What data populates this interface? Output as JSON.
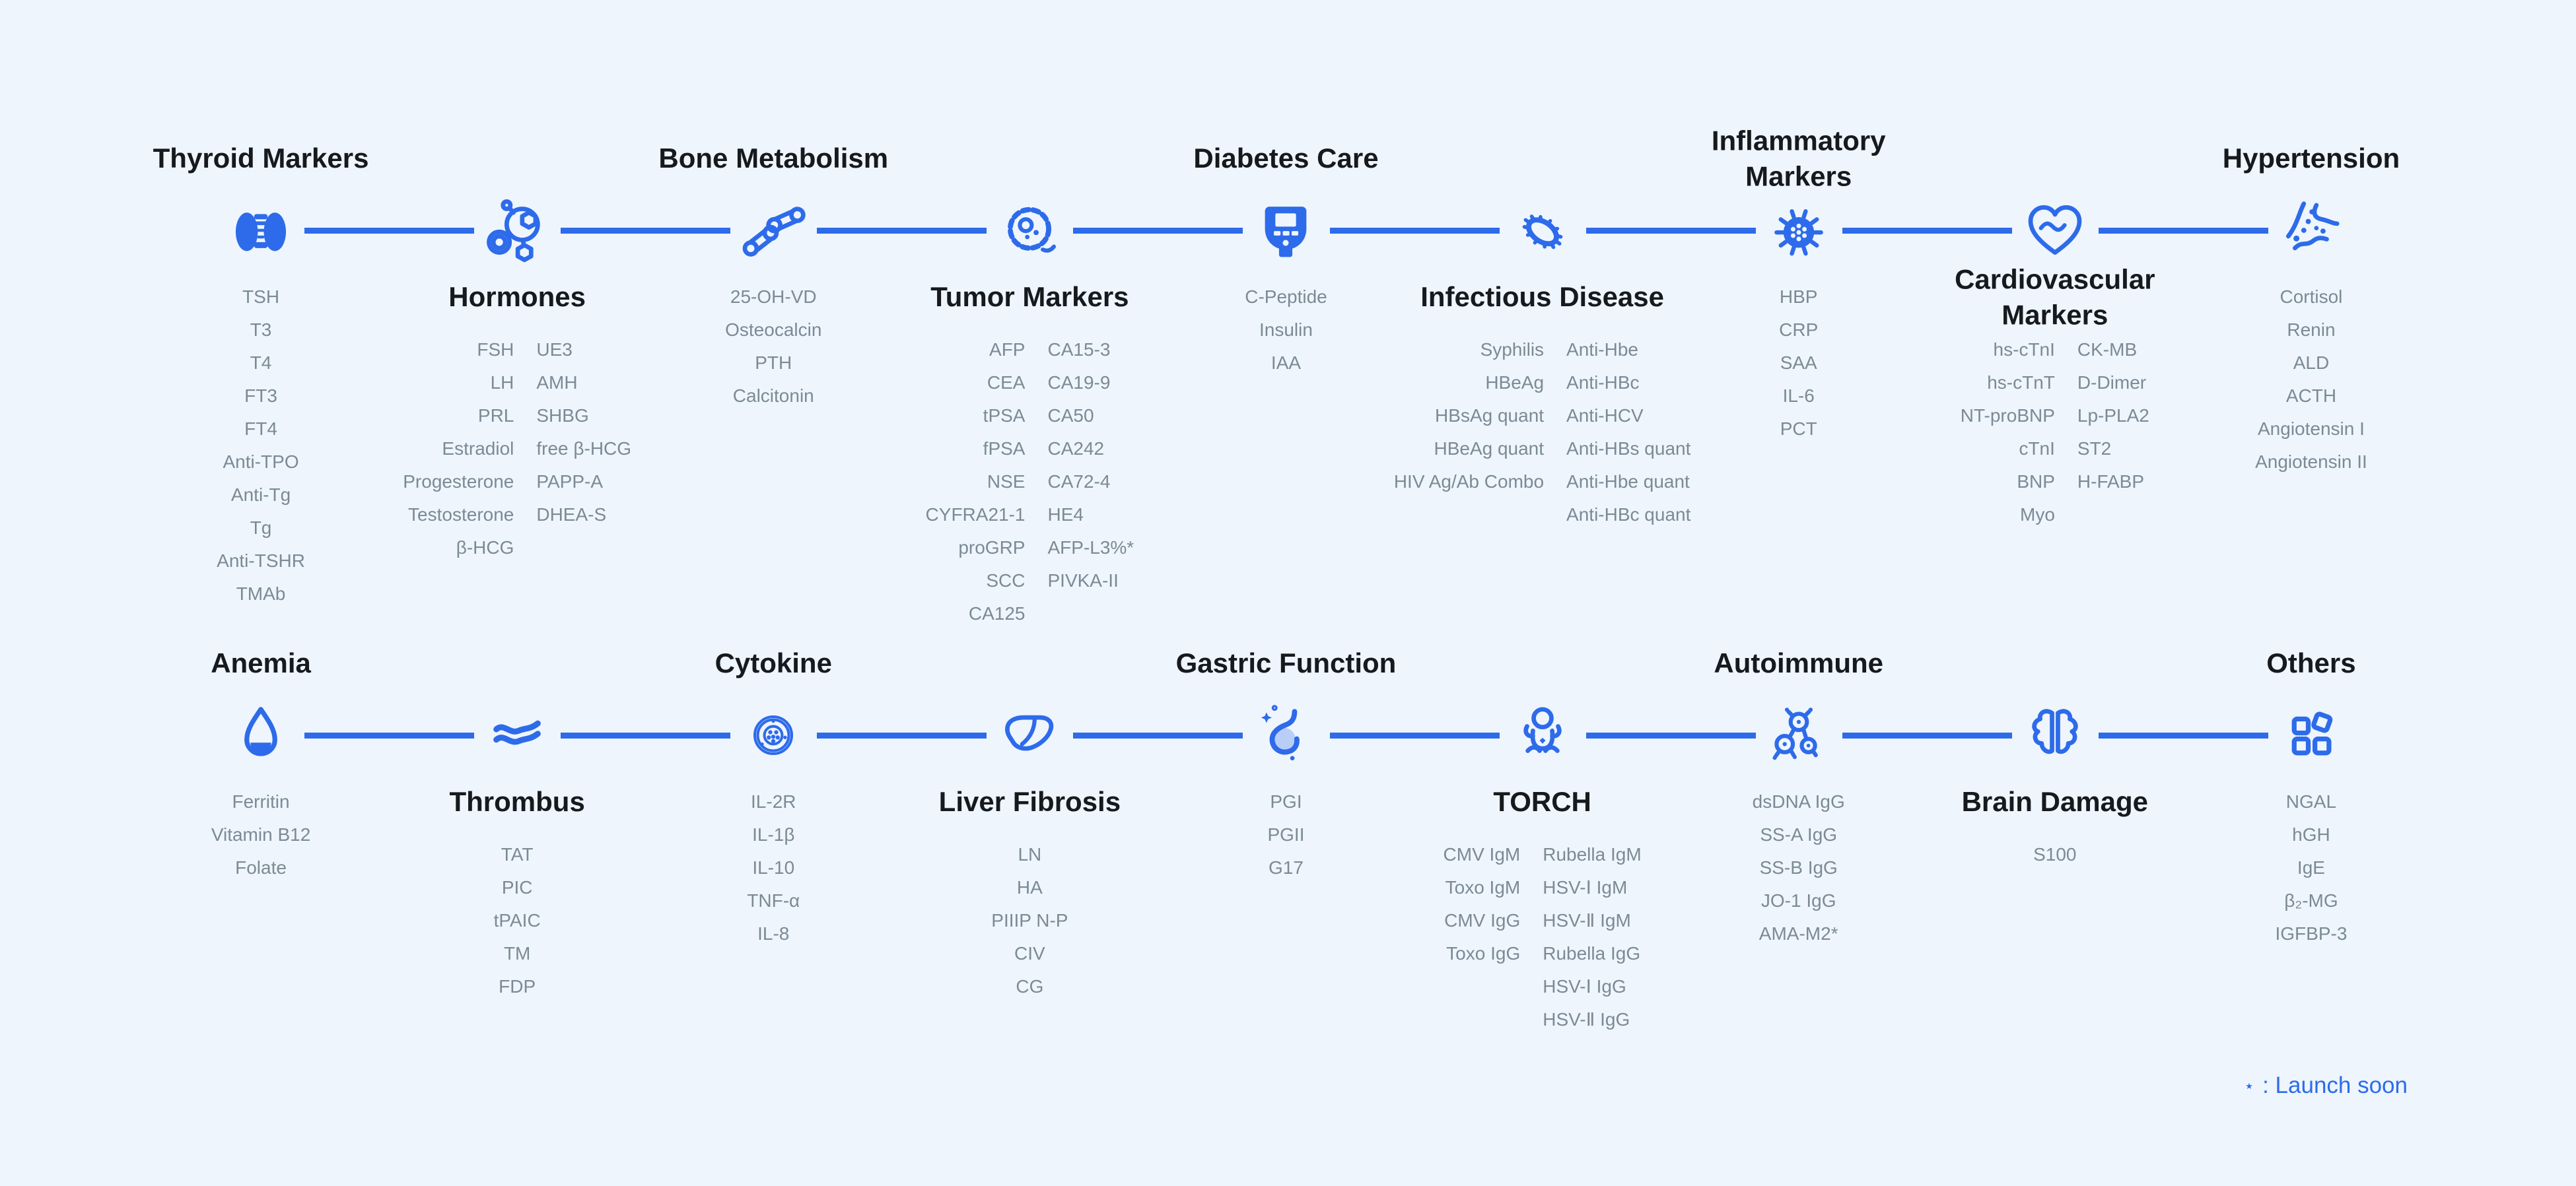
{
  "page": {
    "background": "#eef5fd",
    "accent": "#2d6bea",
    "text_dark": "#16191d",
    "text_gray": "#7b8a95",
    "footnote": {
      "marker": "⋆",
      "label": ": Launch soon"
    }
  },
  "rows": [
    {
      "nodes": [
        {
          "title": "Thyroid Markers",
          "icon": "thyroid-icon",
          "list": [
            "TSH",
            "T3",
            "T4",
            "FT3",
            "FT4",
            "Anti-TPO",
            "Anti-Tg",
            "Tg",
            "Anti-TSHR",
            "TMAb"
          ]
        },
        {
          "title": "Hormones",
          "icon": "hormone-molecule-icon",
          "columns": {
            "left": [
              "FSH",
              "LH",
              "PRL",
              "Estradiol",
              "Progesterone",
              "Testosterone",
              "β-HCG"
            ],
            "right": [
              "UE3",
              "AMH",
              "SHBG",
              "free β-HCG",
              "PAPP-A",
              "DHEA-S"
            ]
          }
        },
        {
          "title": "Bone Metabolism",
          "icon": "bone-joint-icon",
          "list": [
            "25-OH-VD",
            "Osteocalcin",
            "PTH",
            "Calcitonin"
          ]
        },
        {
          "title": "Tumor Markers",
          "icon": "tumor-cell-icon",
          "columns": {
            "left": [
              "AFP",
              "CEA",
              "tPSA",
              "fPSA",
              "NSE",
              "CYFRA21-1",
              "proGRP",
              "SCC",
              "CA125"
            ],
            "right": [
              "CA15-3",
              "CA19-9",
              "CA50",
              "CA242",
              "CA72-4",
              "HE4",
              "AFP-L3%*",
              "PIVKA-II"
            ]
          }
        },
        {
          "title": "Diabetes Care",
          "icon": "glucose-meter-icon",
          "list": [
            "C-Peptide",
            "Insulin",
            "IAA"
          ]
        },
        {
          "title": "Infectious Disease",
          "icon": "bacteria-icon",
          "columns": {
            "left": [
              "Syphilis",
              "HBeAg",
              "HBsAg quant",
              "HBeAg quant",
              "HIV Ag/Ab Combo"
            ],
            "right": [
              "Anti-Hbe",
              "Anti-HBc",
              "Anti-HCV",
              "Anti-HBs quant",
              "Anti-Hbe quant",
              "Anti-HBc quant"
            ]
          }
        },
        {
          "title": "Inflammatory\nMarkers",
          "icon": "virus-icon",
          "list": [
            "HBP",
            "CRP",
            "SAA",
            "IL-6",
            "PCT"
          ]
        },
        {
          "title": "Cardiovascular\nMarkers",
          "icon": "heart-pulse-icon",
          "columns": {
            "left": [
              "hs-cTnI",
              "hs-cTnT",
              "NT-proBNP",
              "cTnI",
              "BNP",
              "Myo"
            ],
            "right": [
              "CK-MB",
              "D-Dimer",
              "Lp-PLA2",
              "ST2",
              "H-FABP"
            ]
          }
        },
        {
          "title": "Hypertension",
          "icon": "blood-vessel-icon",
          "list": [
            "Cortisol",
            "Renin",
            "ALD",
            "ACTH",
            "Angiotensin I",
            "Angiotensin II"
          ]
        }
      ]
    },
    {
      "nodes": [
        {
          "title": "Anemia",
          "icon": "blood-drop-icon",
          "list": [
            "Ferritin",
            "Vitamin B12",
            "Folate"
          ]
        },
        {
          "title": "Thrombus",
          "icon": "thrombus-vessel-icon",
          "list": [
            "TAT",
            "PIC",
            "tPAIC",
            "TM",
            "FDP"
          ]
        },
        {
          "title": "Cytokine",
          "icon": "cytokine-cell-icon",
          "list": [
            "IL-2R",
            "IL-1β",
            "IL-10",
            "TNF-α",
            "IL-8"
          ]
        },
        {
          "title": "Liver Fibrosis",
          "icon": "liver-icon",
          "list": [
            "LN",
            "HA",
            "PIIIP N-P",
            "CIV",
            "CG"
          ]
        },
        {
          "title": "Gastric Function",
          "icon": "stomach-icon",
          "list": [
            "PGI",
            "PGII",
            "G17"
          ]
        },
        {
          "title": "TORCH",
          "icon": "baby-icon",
          "columns": {
            "left": [
              "CMV IgM",
              "Toxo IgM",
              "CMV IgG",
              "Toxo IgG"
            ],
            "right": [
              "Rubella IgM",
              "HSV-Ⅰ IgM",
              "HSV-Ⅱ IgM",
              "Rubella IgG",
              "HSV-Ⅰ IgG",
              "HSV-Ⅱ IgG"
            ]
          }
        },
        {
          "title": "Autoimmune",
          "icon": "antibody-molecule-icon",
          "list": [
            "dsDNA IgG",
            "SS-A IgG",
            "SS-B IgG",
            "JO-1 IgG",
            "AMA-M2*"
          ]
        },
        {
          "title": "Brain Damage",
          "icon": "brain-icon",
          "list": [
            "S100"
          ]
        },
        {
          "title": "Others",
          "icon": "squares-icon",
          "list": [
            "NGAL",
            "hGH",
            "IgE",
            "β₂-MG",
            "IGFBP-3"
          ]
        }
      ]
    }
  ]
}
